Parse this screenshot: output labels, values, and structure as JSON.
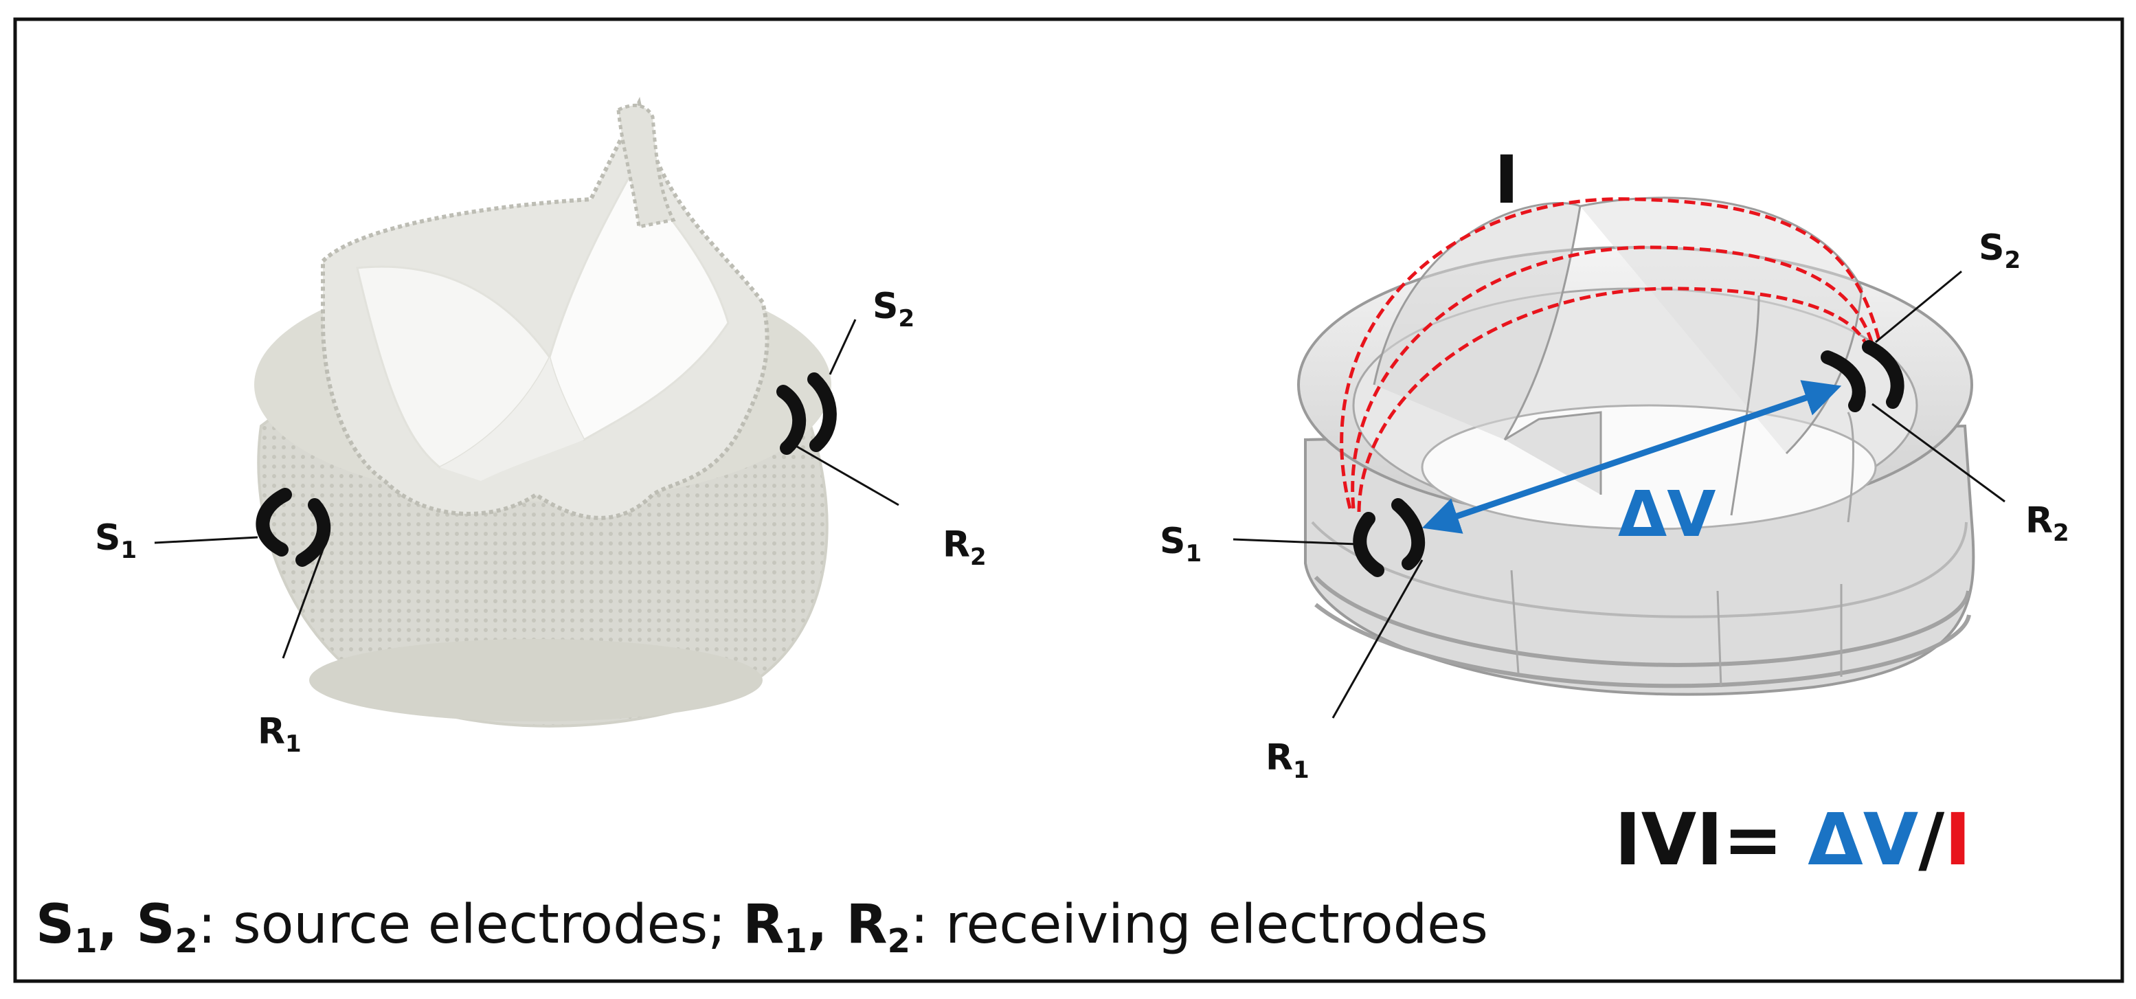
{
  "labels": {
    "left": {
      "s1": {
        "main": "S",
        "sub": "1"
      },
      "s2": {
        "main": "S",
        "sub": "2"
      },
      "r1": {
        "main": "R",
        "sub": "1"
      },
      "r2": {
        "main": "R",
        "sub": "2"
      }
    },
    "right": {
      "s1": {
        "main": "S",
        "sub": "1"
      },
      "s2": {
        "main": "S",
        "sub": "2"
      },
      "r1": {
        "main": "R",
        "sub": "1"
      },
      "r2": {
        "main": "R",
        "sub": "2"
      },
      "current": "I",
      "voltage": "ΔV"
    }
  },
  "equation": {
    "lhs": "IVI= ",
    "num": "ΔV",
    "slash": "/",
    "den": "I"
  },
  "caption": {
    "s1": {
      "main": "S",
      "sub": "1"
    },
    "comma1": ", ",
    "s2": {
      "main": "S",
      "sub": "2"
    },
    "part1": ": source electrodes; ",
    "r1": {
      "main": "R",
      "sub": "1"
    },
    "comma2": ", ",
    "r2": {
      "main": "R",
      "sub": "2"
    },
    "part2": ": receiving electrodes"
  },
  "colors": {
    "blue": "#1a73c4",
    "red": "#e8141c",
    "black": "#111111"
  }
}
